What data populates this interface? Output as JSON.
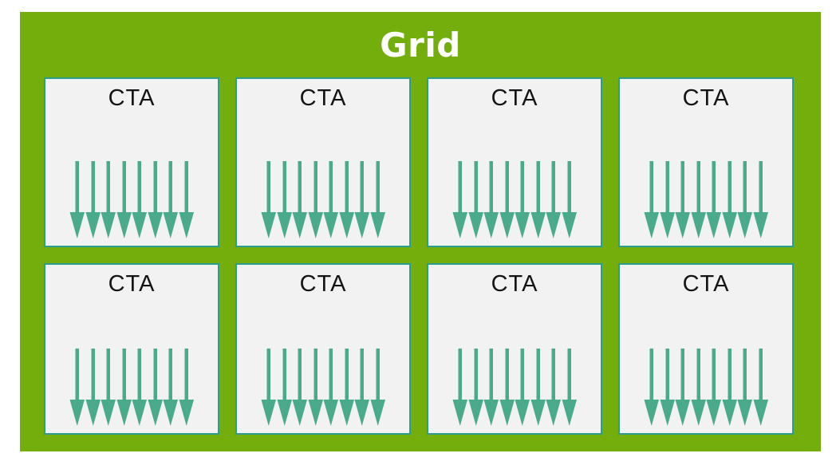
{
  "diagram": {
    "title": "Grid",
    "cta_label": "CTA",
    "rows": 2,
    "columns": 4,
    "cta_count": 8,
    "arrows_per_cta": 8,
    "arrow_meaning": "down-arrow"
  },
  "colors": {
    "frame_green": "#74AE0D",
    "box_fill": "#F2F2F2",
    "box_border": "#2A9D8F",
    "arrow": "#4AAA8C",
    "title_text": "#FFFFFF",
    "cta_text": "#141414",
    "page_background": "#FFFFFF"
  }
}
